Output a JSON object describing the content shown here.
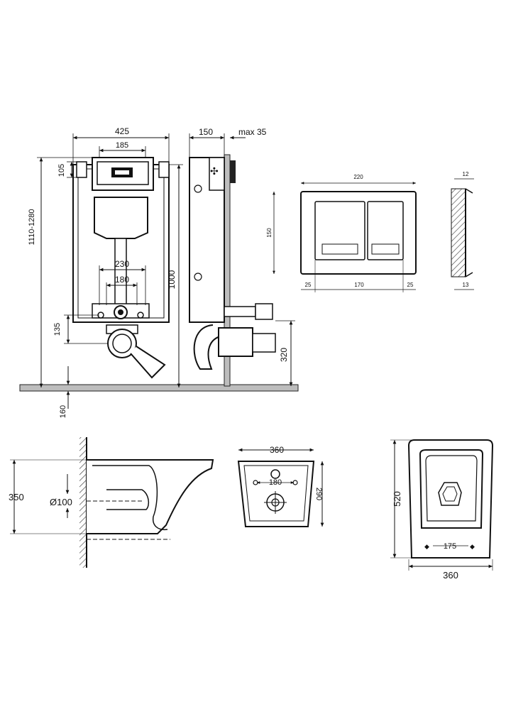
{
  "frame": {
    "width_overall": "425",
    "width_top": "185",
    "depth": "150",
    "depth_max": "max 35",
    "height_top_section": "105",
    "height_range": "1110-1280",
    "height_frame": "1000",
    "outlet_spacing_outer": "230",
    "outlet_spacing_inner": "180",
    "outlet_height": "135",
    "inlet_height": "320",
    "floor_offset": "160"
  },
  "flush_plate": {
    "width": "220",
    "height": "150",
    "side_margin_left": "25",
    "button_span": "170",
    "side_margin_right": "25",
    "thickness_top": "12",
    "thickness_bottom": "13"
  },
  "toilet": {
    "side_height": "350",
    "pipe_diameter": "Ø100",
    "rear_width": "360",
    "rear_bolt_spacing": "180",
    "rear_height": "290",
    "top_length": "520",
    "top_width": "360",
    "top_hole_spacing": "175"
  }
}
